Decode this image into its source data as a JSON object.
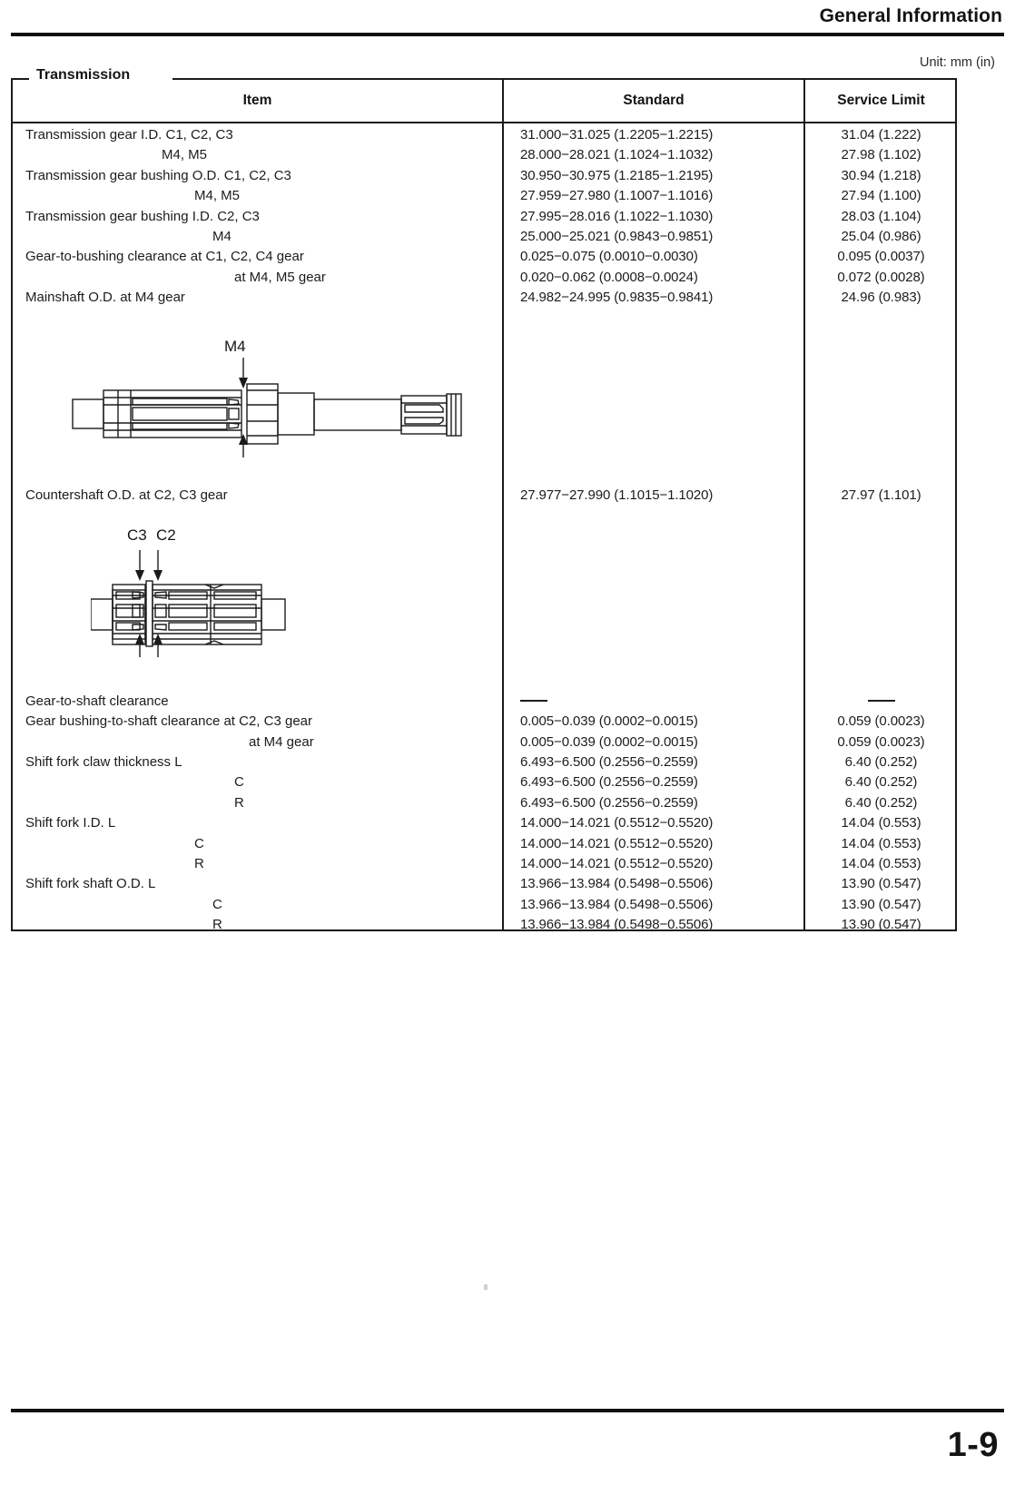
{
  "header": {
    "title": "General Information",
    "unit_note": "Unit: mm (in)"
  },
  "table": {
    "caption": "Transmission",
    "columns": {
      "item": "Item",
      "standard": "Standard",
      "service_limit": "Service Limit"
    },
    "rows_upper": [
      {
        "item": "Transmission gear I.D. C1, C2, C3",
        "indent": 0,
        "standard": "31.000−31.025 (1.2205−1.2215)",
        "service_limit": "31.04 (1.222)"
      },
      {
        "item": "M4, M5",
        "indent": 1,
        "standard": "28.000−28.021 (1.1024−1.1032)",
        "service_limit": "27.98 (1.102)"
      },
      {
        "item": "Transmission gear bushing O.D. C1, C2, C3",
        "indent": 0,
        "standard": "30.950−30.975 (1.2185−1.2195)",
        "service_limit": "30.94 (1.218)"
      },
      {
        "item": "M4, M5",
        "indent": 2,
        "standard": "27.959−27.980 (1.1007−1.1016)",
        "service_limit": "27.94 (1.100)"
      },
      {
        "item": "Transmission gear bushing I.D. C2, C3",
        "indent": 0,
        "standard": "27.995−28.016 (1.1022−1.1030)",
        "service_limit": "28.03 (1.104)"
      },
      {
        "item": "M4",
        "indent": 3,
        "standard": "25.000−25.021 (0.9843−0.9851)",
        "service_limit": "25.04 (0.986)"
      },
      {
        "item": "Gear-to-bushing clearance at C1, C2, C4 gear",
        "indent": 0,
        "standard": "0.025−0.075 (0.0010−0.0030)",
        "service_limit": "0.095 (0.0037)"
      },
      {
        "item": "at M4, M5 gear",
        "indent": 4,
        "standard": "0.020−0.062 (0.0008−0.0024)",
        "service_limit": "0.072 (0.0028)"
      },
      {
        "item": "Mainshaft O.D. at M4 gear",
        "indent": 0,
        "standard": "24.982−24.995 (0.9835−0.9841)",
        "service_limit": "24.96 (0.983)"
      }
    ],
    "row_countershaft": {
      "item": "Countershaft O.D. at C2, C3 gear",
      "indent": 0,
      "standard": "27.977−27.990 (1.1015−1.1020)",
      "service_limit": "27.97 (1.101)"
    },
    "rows_lower": [
      {
        "item": "Gear-to-shaft clearance",
        "indent": 0,
        "standard": "—",
        "service_limit": "—",
        "is_dash": true
      },
      {
        "item": "Gear bushing-to-shaft clearance at C2, C3 gear",
        "indent": 0,
        "standard": "0.005−0.039 (0.0002−0.0015)",
        "service_limit": "0.059 (0.0023)"
      },
      {
        "item": "at M4 gear",
        "indent": 5,
        "standard": "0.005−0.039 (0.0002−0.0015)",
        "service_limit": "0.059 (0.0023)"
      },
      {
        "item": "Shift fork claw thickness L",
        "indent": 0,
        "standard": "6.493−6.500 (0.2556−0.2559)",
        "service_limit": "6.40 (0.252)"
      },
      {
        "item": "C",
        "indent": 4,
        "standard": "6.493−6.500 (0.2556−0.2559)",
        "service_limit": "6.40 (0.252)"
      },
      {
        "item": "R",
        "indent": 4,
        "standard": "6.493−6.500 (0.2556−0.2559)",
        "service_limit": "6.40 (0.252)"
      },
      {
        "item": "Shift fork I.D. L",
        "indent": 0,
        "standard": "14.000−14.021 (0.5512−0.5520)",
        "service_limit": "14.04 (0.553)"
      },
      {
        "item": "C",
        "indent": 2,
        "standard": "14.000−14.021 (0.5512−0.5520)",
        "service_limit": "14.04 (0.553)"
      },
      {
        "item": "R",
        "indent": 2,
        "standard": "14.000−14.021 (0.5512−0.5520)",
        "service_limit": "14.04 (0.553)"
      },
      {
        "item": "Shift fork shaft O.D. L",
        "indent": 0,
        "standard": "13.966−13.984 (0.5498−0.5506)",
        "service_limit": "13.90 (0.547)"
      },
      {
        "item": "C",
        "indent": 3,
        "standard": "13.966−13.984 (0.5498−0.5506)",
        "service_limit": "13.90 (0.547)"
      },
      {
        "item": "R",
        "indent": 3,
        "standard": "13.966−13.984 (0.5498−0.5506)",
        "service_limit": "13.90 (0.547)"
      }
    ]
  },
  "figures": {
    "mainshaft": {
      "label": "M4"
    },
    "countershaft": {
      "label_left": "C3",
      "label_right": "C2"
    }
  },
  "footer": {
    "page_number": "1-9"
  }
}
